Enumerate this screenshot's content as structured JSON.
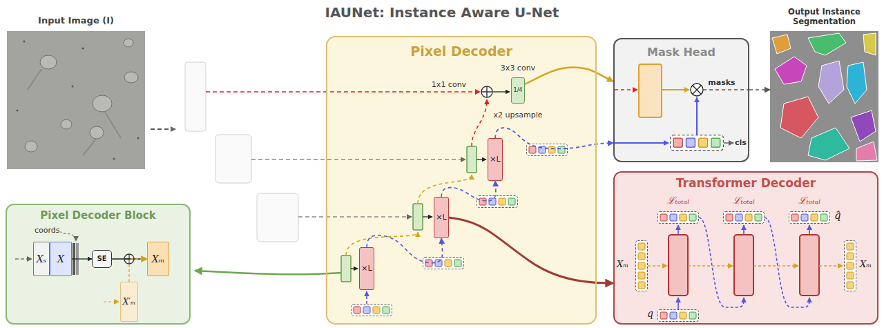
{
  "diagram": {
    "title": "IAUNet: Instance Aware U-Net",
    "nodes": [
      {
        "text": [
          "Input Image (I)"
        ]
      },
      {
        "text": [
          "Pixel Decoder"
        ]
      },
      {
        "text": [
          "3x3 conv",
          "1/4"
        ],
        "in": 1
      },
      {
        "text": [
          "×L"
        ],
        "in": 1
      },
      {
        "text": [
          "×L"
        ],
        "in": 1
      },
      {
        "text": [
          "×L"
        ],
        "in": 1
      },
      {
        "text": [
          "Mask Head"
        ]
      },
      {
        "text": [
          "Output Instance Segmentation"
        ]
      },
      {
        "text": [
          "Transformer Decoder"
        ]
      },
      {
        "text": [
          "Pixel Decoder Block"
        ]
      },
      {
        "text": [
          "Xₛ"
        ],
        "in": 9
      },
      {
        "text": [
          "X"
        ],
        "in": 9
      },
      {
        "text": [
          "SE"
        ],
        "in": 9
      },
      {
        "text": [
          "X′ₘ"
        ],
        "in": 9
      },
      {
        "text": [
          "Xₘ"
        ],
        "in": 9
      }
    ],
    "edges": [
      {
        "from": 5,
        "to": 4,
        "arrow": "to"
      },
      {
        "from": 4,
        "to": 3,
        "arrow": "to"
      },
      {
        "from": 3,
        "to": 6,
        "arrow": "to"
      },
      {
        "from": 4,
        "to": 8,
        "arrow": "to"
      },
      {
        "from": 2,
        "to": 6,
        "arrow": "to"
      },
      {
        "from": 6,
        "to": 7,
        "arrow": "to"
      },
      {
        "from": 11,
        "to": 12,
        "arrow": "to"
      },
      {
        "from": 12,
        "to": 14,
        "arrow": "to"
      },
      {
        "from": 13,
        "to": 14,
        "arrow": "to"
      }
    ],
    "labels": [
      "1x1 conv",
      "x2 upsample",
      "masks",
      "cls",
      "ℒₜₒₜₐₗ",
      "ℒₜₒₜₐₗ",
      "ℒₜₒₜₐₗ",
      "q̂",
      "Xₘ",
      "Xₘ",
      "q",
      "coords."
    ]
  }
}
